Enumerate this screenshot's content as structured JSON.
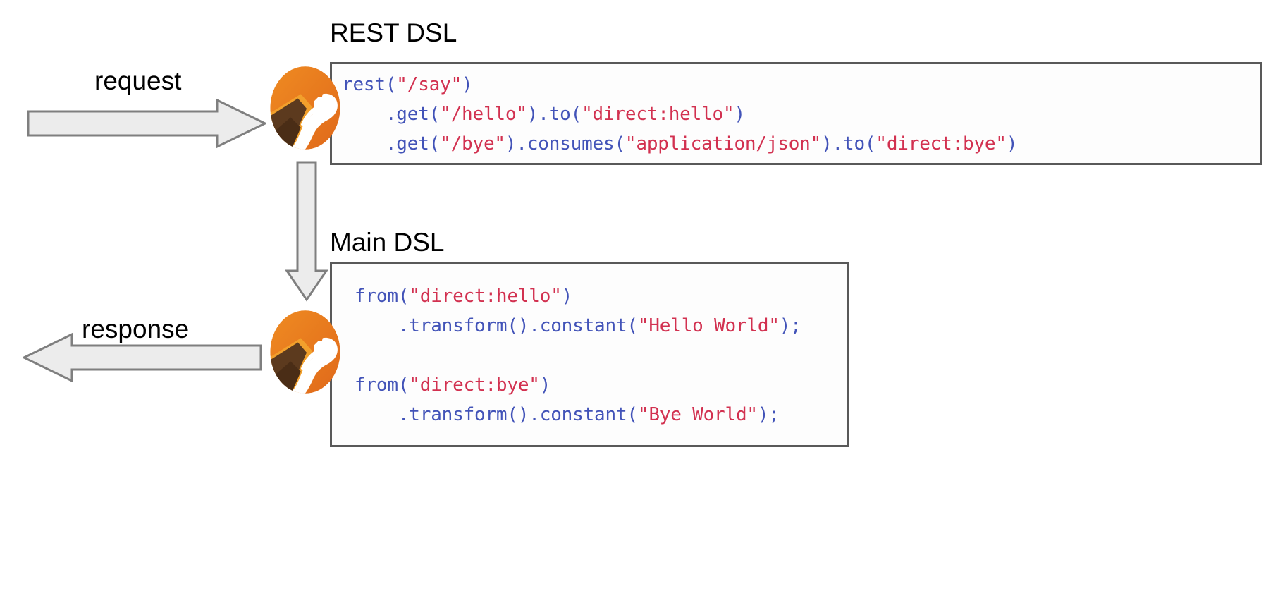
{
  "diagram": {
    "title_rest": "REST DSL",
    "title_main": "Main DSL",
    "arrows": {
      "request_label": "request",
      "response_label": "response",
      "flow_arrow_name": "downward-flow-arrow"
    },
    "colors": {
      "code_keyword": "#4253b8",
      "code_string": "#d23150",
      "box_border": "#595959",
      "arrow_fill": "#ececec",
      "arrow_stroke": "#7f7f7f",
      "camel_orange": "#e8711a",
      "camel_orange_light": "#f0952b",
      "camel_brown": "#5c3a1e",
      "background": "#ffffff"
    },
    "rest_dsl": {
      "lines": [
        "rest(\"/say\")",
        "    .get(\"/hello\").to(\"direct:hello\")",
        "    .get(\"/bye\").consumes(\"application/json\").to(\"direct:bye\")"
      ],
      "code_text": "rest(\"/say\")\n    .get(\"/hello\").to(\"direct:hello\")\n    .get(\"/bye\").consumes(\"application/json\").to(\"direct:bye\")"
    },
    "main_dsl": {
      "lines": [
        "from(\"direct:hello\")",
        "    .transform().constant(\"Hello World\");",
        "",
        "from(\"direct:bye\")",
        "    .transform().constant(\"Bye World\");"
      ],
      "code_text": "from(\"direct:hello\")\n    .transform().constant(\"Hello World\");\n\nfrom(\"direct:bye\")\n    .transform().constant(\"Bye World\");"
    },
    "logos": {
      "rest_logo_name": "apache-camel-logo",
      "main_logo_name": "apache-camel-logo"
    }
  }
}
